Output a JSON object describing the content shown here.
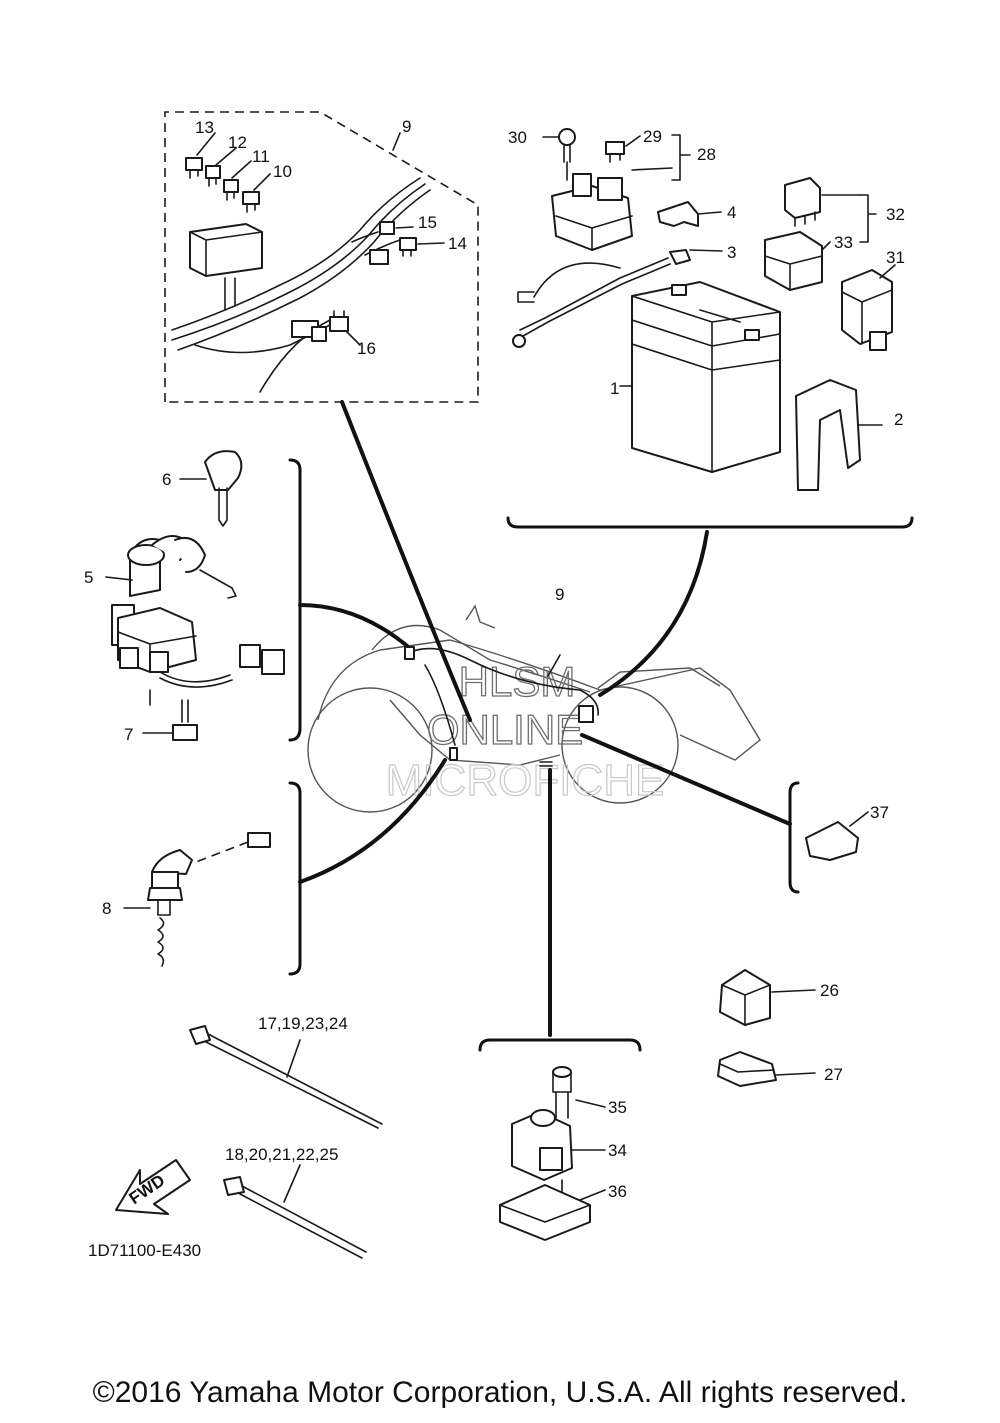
{
  "diagram": {
    "drawing_code": "1D71100-E430",
    "fwd_label": "FWD",
    "watermark": {
      "line1": "HLSM",
      "line2": "ONLINE",
      "line3": "MICROFICHE"
    },
    "callouts": {
      "c1": "1",
      "c2": "2",
      "c3": "3",
      "c4": "4",
      "c5": "5",
      "c6": "6",
      "c7": "7",
      "c8": "8",
      "c9a": "9",
      "c9b": "9",
      "c10": "10",
      "c11": "11",
      "c12": "12",
      "c13": "13",
      "c14": "14",
      "c15": "15",
      "c16": "16",
      "c17": "17,19,23,24",
      "c18": "18,20,21,22,25",
      "c26": "26",
      "c27": "27",
      "c28": "28",
      "c29": "29",
      "c30": "30",
      "c31": "31",
      "c32": "32",
      "c33": "33",
      "c34": "34",
      "c35": "35",
      "c36": "36",
      "c37": "37"
    }
  },
  "footer": {
    "copyright": "©2016 Yamaha Motor Corporation, U.S.A. All rights reserved."
  }
}
